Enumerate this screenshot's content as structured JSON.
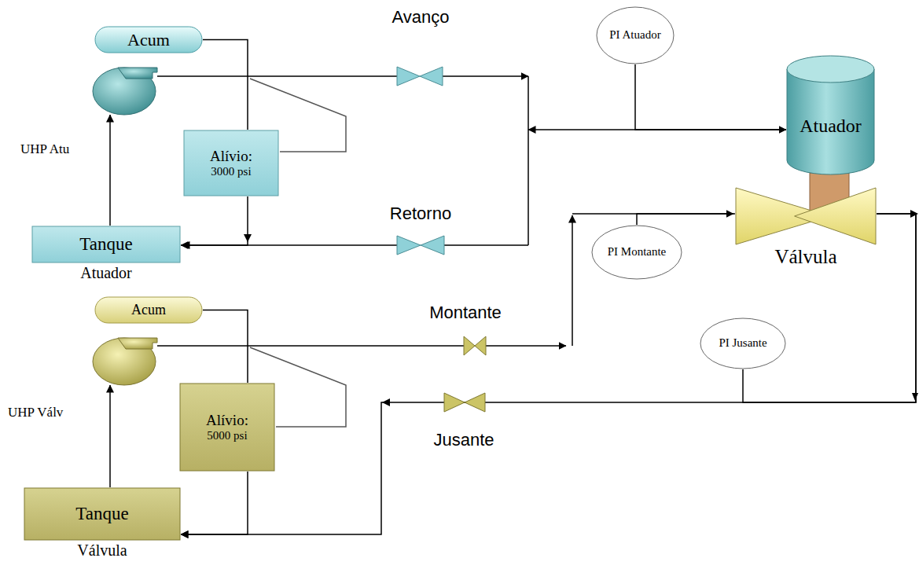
{
  "diagram": {
    "nodes": [
      {
        "text": [
          "Acum"
        ]
      },
      {
        "text": [
          "Alívio:",
          "3000 psi"
        ]
      },
      {
        "text": [
          "Tanque",
          "Atuador"
        ]
      },
      {
        "text": [
          "PI Atuador"
        ]
      },
      {
        "text": [
          "Atuador"
        ]
      },
      {
        "text": [
          "Válvula"
        ]
      },
      {
        "text": [
          "PI Montante"
        ]
      },
      {
        "text": [
          "Acum"
        ]
      },
      {
        "text": [
          "Alívio:",
          "5000 psi"
        ]
      },
      {
        "text": [
          "PI Jusante"
        ]
      },
      {
        "text": [
          "Tanque",
          "Válvula"
        ]
      }
    ],
    "edges": [
      {
        "from": 0,
        "to": 1,
        "arrow": "none"
      },
      {
        "from": 1,
        "to": 2,
        "arrow": "to"
      },
      {
        "from": 3,
        "to": 4,
        "arrow": "none"
      },
      {
        "from": 6,
        "to": 5,
        "arrow": "none"
      },
      {
        "from": 7,
        "to": 8,
        "arrow": "none"
      },
      {
        "from": 8,
        "to": 10,
        "arrow": "to"
      },
      {
        "from": 5,
        "to": 10,
        "arrow": "to"
      },
      {
        "from": 9,
        "to": 5,
        "arrow": "none"
      }
    ],
    "labels": [
      "Avanço",
      "UHP Atu",
      "Retorno",
      "Montante",
      "UHP Válv",
      "Jusante"
    ]
  }
}
